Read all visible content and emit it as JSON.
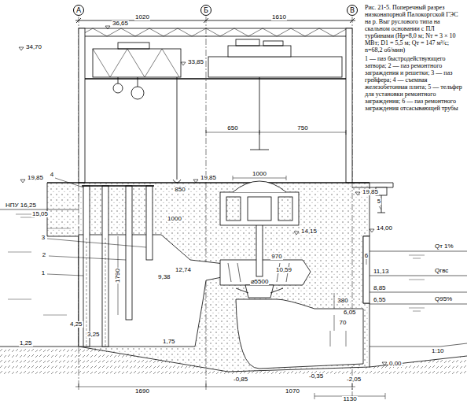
{
  "diagram": {
    "caption": "Рис. 21-5. Поперечный разрез низконапорной Палокоргской ГЭС на р. Выг руслового типа на скальном основании с ПЛ турбинами (Hр=8,0 м; Nт = 3 × 10 МВт; D1 = 5,5 м; Qт = 147 м³/с; n=68,2 об/мин)",
    "nodes": [
      {
        "text": [
          "А"
        ]
      },
      {
        "text": [
          "Б"
        ]
      },
      {
        "text": [
          "В"
        ]
      }
    ],
    "labels": [
      "1020",
      "1610",
      "36,65",
      "34,70",
      "33,85",
      "850",
      "1000",
      "650",
      "750",
      "1000",
      "19,85",
      "НПУ 16,25",
      "15,05",
      "19,85",
      "19,85",
      "4",
      "3",
      "2",
      "1",
      "5",
      "14,15",
      "14,00",
      "12,74",
      "9,38",
      "10,59",
      "⌀5500",
      "970",
      "6",
      "Qт 1%",
      "11,13",
      "Qгвс",
      "8,85",
      "380",
      "6,55",
      "Q95%",
      "6,05",
      "1790",
      "70",
      "4,25",
      "3,25",
      "1,25",
      "1,75",
      "1:10",
      "0,00",
      "-0,85",
      "-2,05",
      "-0,35",
      "1690",
      "1070",
      "1130",
      "1 — паз быстродействующего затвора; 2 — паз ремонтного заграждения и решетки; 3 — паз грейфера; 4 — съемная железобетонная плита; 5 — тельфер для установки ремонтного заграждения; 6 — паз ремонтного заграждения отсасывающей трубы"
    ]
  }
}
